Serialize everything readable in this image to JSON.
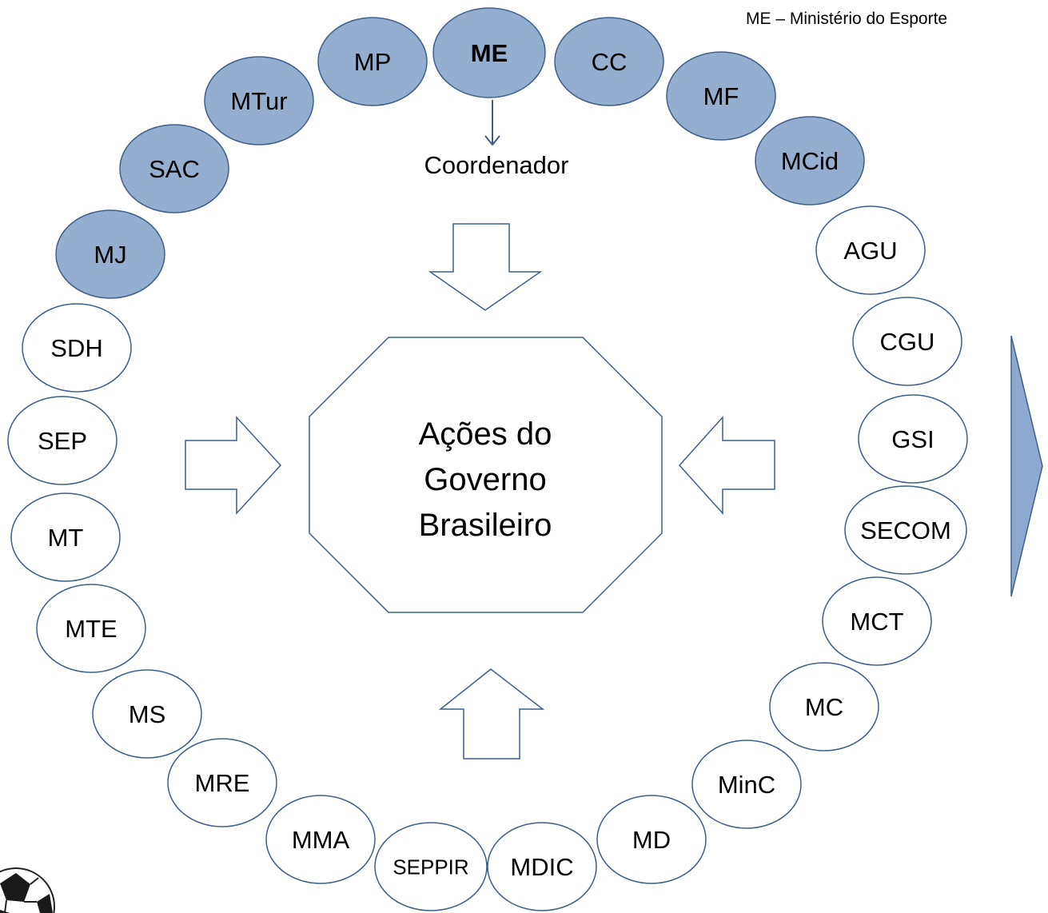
{
  "legend": "ME – Ministério do Esporte",
  "coordinator_label": "Coordenador",
  "center_text": [
    "Ações do",
    "Governo",
    "Brasileiro"
  ],
  "colors": {
    "highlight_fill": "#94AECF",
    "node_stroke": "#3F5F8A",
    "plain_fill": "#FFFFFF",
    "arrow_stroke": "#3F5F8A",
    "side_arrow_fill": "#8EA9CF"
  },
  "icons": [
    "soccer-ball-icon"
  ],
  "nodes": [
    {
      "id": "MP",
      "label": "MP",
      "highlighted": true
    },
    {
      "id": "ME",
      "label": "ME",
      "highlighted": true,
      "bold": true
    },
    {
      "id": "CC",
      "label": "CC",
      "highlighted": true
    },
    {
      "id": "MF",
      "label": "MF",
      "highlighted": true
    },
    {
      "id": "MCid",
      "label": "MCid",
      "highlighted": true
    },
    {
      "id": "MTur",
      "label": "MTur",
      "highlighted": true
    },
    {
      "id": "SAC",
      "label": "SAC",
      "highlighted": true
    },
    {
      "id": "MJ",
      "label": "MJ",
      "highlighted": true
    },
    {
      "id": "AGU",
      "label": "AGU",
      "highlighted": false
    },
    {
      "id": "CGU",
      "label": "CGU",
      "highlighted": false
    },
    {
      "id": "GSI",
      "label": "GSI",
      "highlighted": false
    },
    {
      "id": "SECOM",
      "label": "SECOM",
      "highlighted": false
    },
    {
      "id": "MCT",
      "label": "MCT",
      "highlighted": false
    },
    {
      "id": "MC",
      "label": "MC",
      "highlighted": false
    },
    {
      "id": "MinC",
      "label": "MinC",
      "highlighted": false
    },
    {
      "id": "MD",
      "label": "MD",
      "highlighted": false
    },
    {
      "id": "MDIC",
      "label": "MDIC",
      "highlighted": false
    },
    {
      "id": "SEPPIR",
      "label": "SEPPIR",
      "highlighted": false
    },
    {
      "id": "MMA",
      "label": "MMA",
      "highlighted": false
    },
    {
      "id": "MRE",
      "label": "MRE",
      "highlighted": false
    },
    {
      "id": "MS",
      "label": "MS",
      "highlighted": false
    },
    {
      "id": "MTE",
      "label": "MTE",
      "highlighted": false
    },
    {
      "id": "MT",
      "label": "MT",
      "highlighted": false
    },
    {
      "id": "SEP",
      "label": "SEP",
      "highlighted": false
    },
    {
      "id": "SDH",
      "label": "SDH",
      "highlighted": false
    }
  ]
}
